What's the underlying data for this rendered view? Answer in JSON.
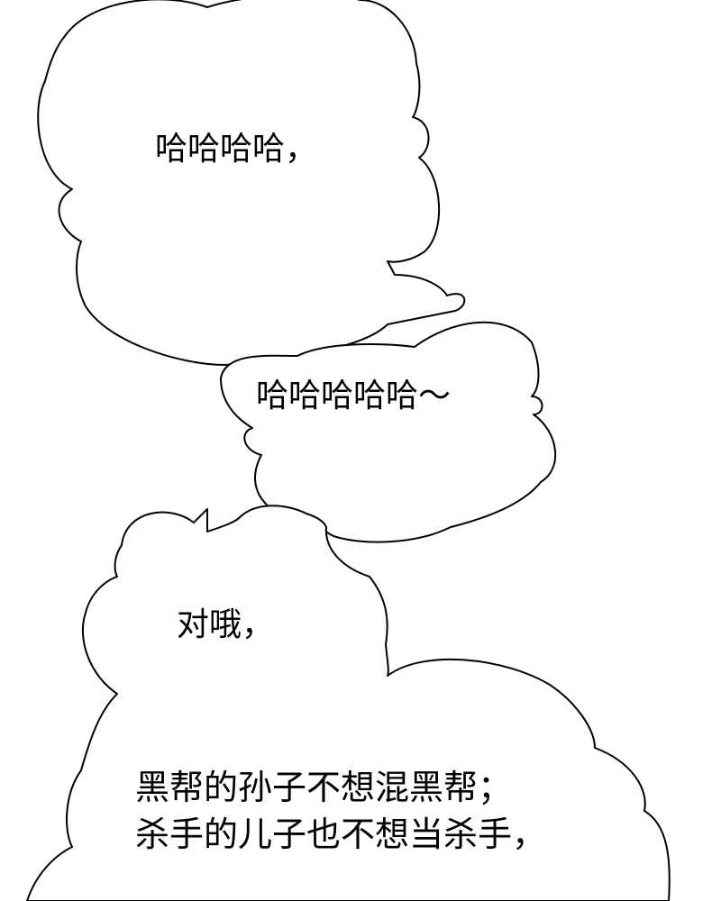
{
  "bubbles": [
    {
      "id": "bubble-1",
      "text": "哈哈哈哈，"
    },
    {
      "id": "bubble-2",
      "text": "哈哈哈哈哈～"
    },
    {
      "id": "bubble-3",
      "text": "对哦，"
    },
    {
      "id": "bubble-4",
      "lines": [
        "黑帮的孙子不想混黑帮；",
        "杀手的儿子也不想当杀手，"
      ]
    }
  ],
  "colors": {
    "background": "#ffffff",
    "outline": "#000000",
    "text": "#000000"
  }
}
